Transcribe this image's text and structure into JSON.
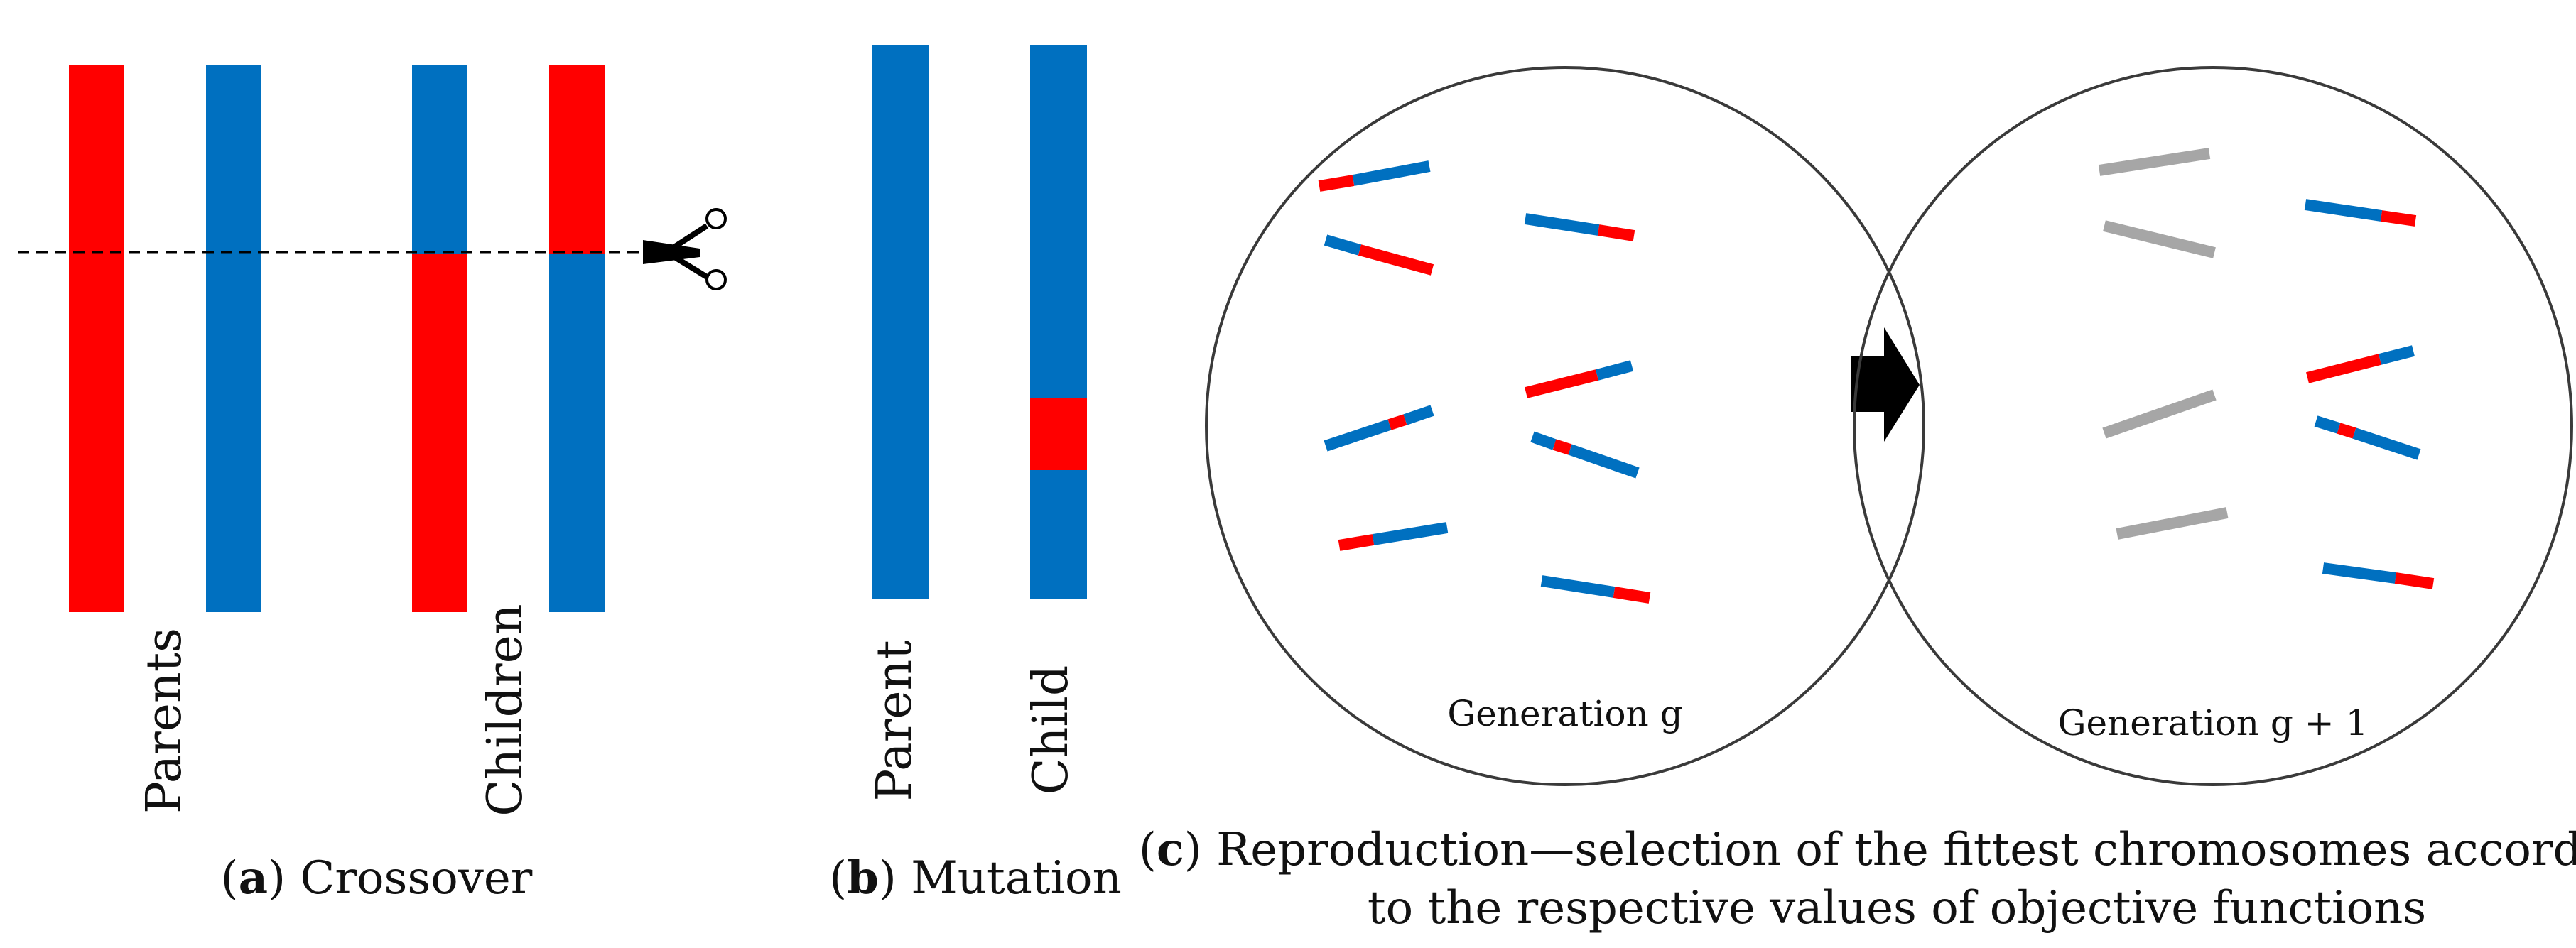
{
  "panels": {
    "a": {
      "letter": "a",
      "caption": "Crossover",
      "parents_label": "Parents",
      "children_label": "Children"
    },
    "b": {
      "letter": "b",
      "caption": "Mutation",
      "parent_label": "Parent",
      "child_label": "Child"
    },
    "c": {
      "letter": "c",
      "caption_line1": "Reproduction—selection of the fittest chromosomes according",
      "caption_line2": "to the respective values of objective functions",
      "generation_left": "Generation g",
      "generation_right": "Generation g + 1"
    }
  },
  "colors": {
    "red": "#ff0000",
    "blue": "#0070c0",
    "grey": "#a6a6a6",
    "black": "#000000"
  },
  "icons": [
    "scissors-icon",
    "arrow-right-icon"
  ]
}
